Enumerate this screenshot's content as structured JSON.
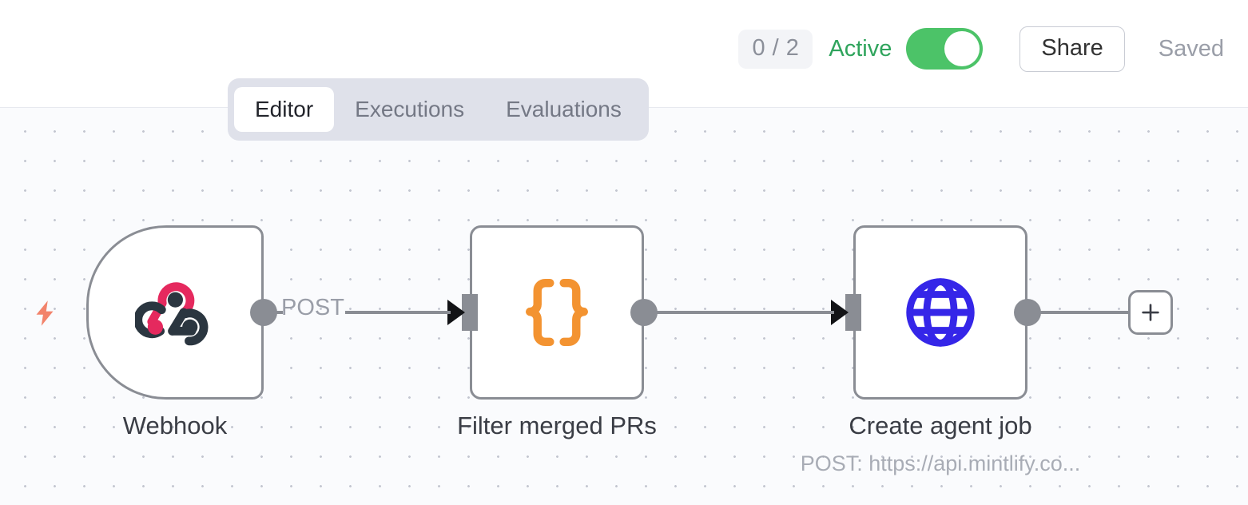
{
  "header": {
    "count_badge": "0 / 2",
    "active_label": "Active",
    "toggle_state": "on",
    "share_label": "Share",
    "saved_label": "Saved",
    "accent_green": "#4cc368",
    "active_text_color": "#2fa45c"
  },
  "tabs": [
    {
      "label": "Editor",
      "active": true
    },
    {
      "label": "Executions",
      "active": false
    },
    {
      "label": "Evaluations",
      "active": false
    }
  ],
  "canvas": {
    "background": "#fafbfd",
    "dot_color": "#c3c6d0",
    "grid_spacing": 37
  },
  "nodes": [
    {
      "id": "webhook",
      "label": "Webhook",
      "sublabel": "",
      "icon": "webhook-icon",
      "icon_colors": [
        "#e5295e",
        "#2b3640"
      ],
      "shape": "trigger-pill",
      "has_trigger_bolt": true,
      "bolt_color": "#f2836b"
    },
    {
      "id": "filter-merged-prs",
      "label": "Filter merged PRs",
      "sublabel": "",
      "icon": "json-braces-icon",
      "icon_colors": [
        "#f39331"
      ],
      "shape": "rounded-square",
      "has_trigger_bolt": false
    },
    {
      "id": "create-agent-job",
      "label": "Create agent job",
      "sublabel": "POST: https://api.mintlify.co...",
      "icon": "globe-icon",
      "icon_colors": [
        "#3526e8"
      ],
      "shape": "rounded-square",
      "has_trigger_bolt": false
    }
  ],
  "connectors": [
    {
      "from": "webhook",
      "to": "filter-merged-prs",
      "label": "POST"
    },
    {
      "from": "filter-merged-prs",
      "to": "create-agent-job",
      "label": ""
    }
  ],
  "add_node_button": {
    "icon": "plus-icon",
    "label": "+"
  }
}
